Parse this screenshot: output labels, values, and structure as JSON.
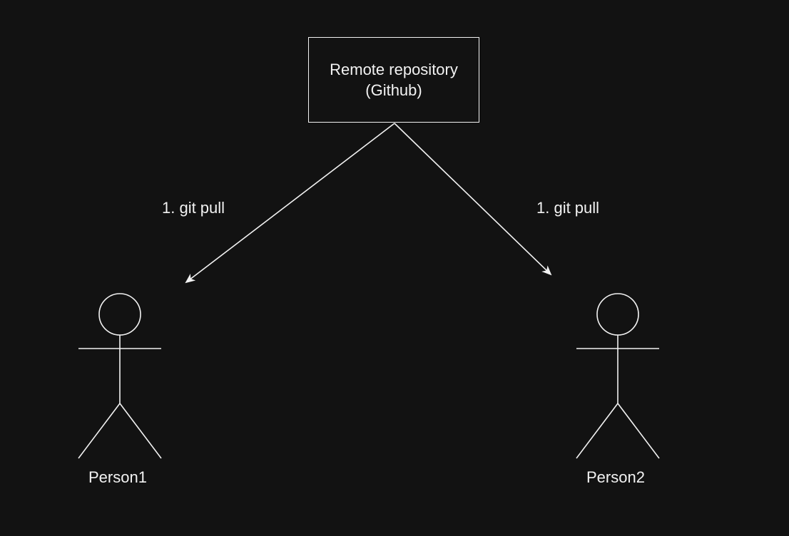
{
  "diagram": {
    "repository": {
      "line1": "Remote repository",
      "line2": "(Github)"
    },
    "edges": [
      {
        "label": "1. git pull"
      },
      {
        "label": "1. git pull"
      }
    ],
    "actors": [
      {
        "label": "Person1"
      },
      {
        "label": "Person2"
      }
    ]
  },
  "colors": {
    "background": "#121212",
    "stroke": "#f2f2f2"
  }
}
